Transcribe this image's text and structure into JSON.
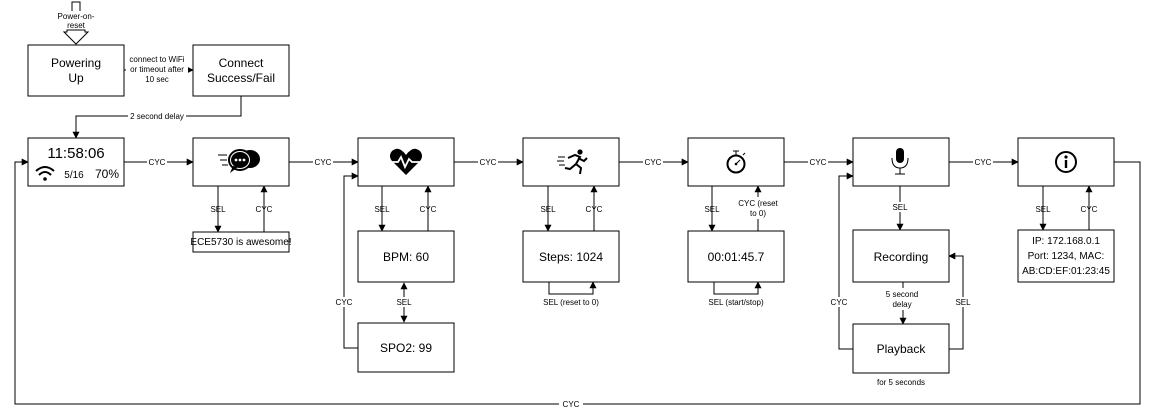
{
  "boxes": {
    "powering_up": [
      "Powering",
      "Up"
    ],
    "connect": [
      "Connect",
      "Success/Fail"
    ],
    "clock": {
      "time": "11:58:06",
      "date": "5/16",
      "battery": "70%"
    },
    "message": "ECE5730 is awesome!",
    "bpm": "BPM: 60",
    "spo2": "SPO2: 99",
    "steps": "Steps: 1024",
    "stopwatch": "00:01:45.7",
    "recording": "Recording",
    "playback": "Playback",
    "netinfo": [
      "IP: 172.168.0.1",
      "Port: 1234, MAC:",
      "AB:CD:EF:01:23:45"
    ]
  },
  "labels": {
    "power_on_reset": [
      "Power-on-",
      "reset"
    ],
    "connect_wifi": [
      "connect to WiFi",
      "or timeout after",
      "10 sec"
    ],
    "two_sec_delay": "2 second delay",
    "cyc": "CYC",
    "sel": "SEL",
    "sel_reset": "SEL (reset to 0)",
    "sel_startstop": "SEL (start/stop)",
    "cyc_reset": [
      "CYC (reset",
      "to 0)"
    ],
    "five_sec_delay": [
      "5 second",
      "delay"
    ],
    "for_five_sec": "for 5 seconds"
  },
  "icons": [
    "wifi-icon",
    "chat-bubbles-icon",
    "heart-pulse-icon",
    "running-person-icon",
    "stopwatch-icon",
    "microphone-icon",
    "info-icon"
  ]
}
